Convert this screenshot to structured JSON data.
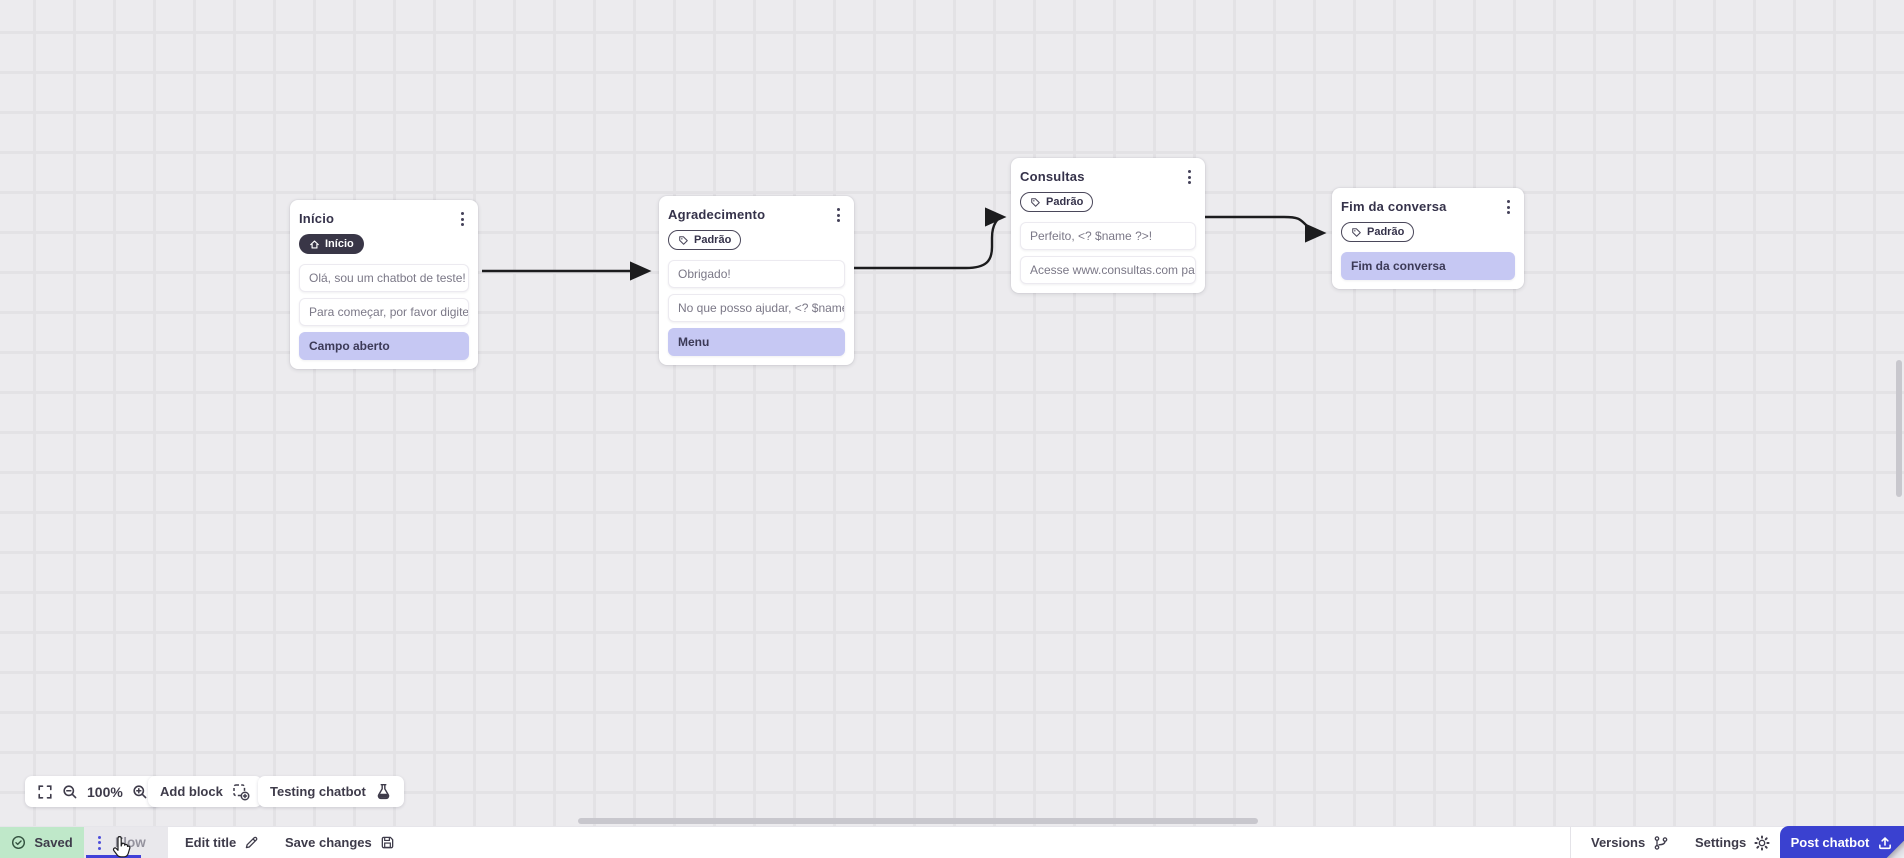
{
  "canvas": {
    "nodes": [
      {
        "title": "Início",
        "badge": {
          "label": "Início",
          "icon": "home-icon",
          "style": "dark"
        },
        "rows": [
          {
            "type": "message",
            "text": "Olá, sou um chatbot de teste!"
          },
          {
            "type": "message",
            "text": "Para começar, por favor digite o ..."
          },
          {
            "type": "action",
            "text": "Campo aberto"
          }
        ]
      },
      {
        "title": "Agradecimento",
        "badge": {
          "label": "Padrão",
          "icon": "tag-icon",
          "style": "outline"
        },
        "rows": [
          {
            "type": "message",
            "text": "Obrigado!"
          },
          {
            "type": "message",
            "text": "No que posso ajudar, <? $name ..."
          },
          {
            "type": "action",
            "text": "Menu"
          }
        ]
      },
      {
        "title": "Consultas",
        "badge": {
          "label": "Padrão",
          "icon": "tag-icon",
          "style": "outline"
        },
        "rows": [
          {
            "type": "message",
            "text": "Perfeito, <? $name ?>!"
          },
          {
            "type": "message",
            "text": "Acesse www.consultas.com par..."
          }
        ]
      },
      {
        "title": "Fim da conversa",
        "badge": {
          "label": "Padrão",
          "icon": "tag-icon",
          "style": "outline"
        },
        "rows": [
          {
            "type": "action",
            "text": "Fim da conversa"
          }
        ]
      }
    ],
    "connections": [
      {
        "from": "Início",
        "to": "Agradecimento"
      },
      {
        "from": "Agradecimento",
        "to": "Consultas"
      },
      {
        "from": "Consultas",
        "to": "Fim da conversa"
      }
    ]
  },
  "toolbar": {
    "zoom_level": "100%",
    "add_block_label": "Add block",
    "testing_chatbot_label": "Testing chatbot"
  },
  "footer": {
    "saved_label": "Saved",
    "flow_tab_label": "Flow",
    "edit_title_label": "Edit title",
    "save_changes_label": "Save changes",
    "versions_label": "Versions",
    "settings_label": "Settings",
    "post_chatbot_label": "Post chatbot"
  },
  "colors": {
    "accent_blue": "#3a41d0",
    "tab_underline": "#4040d8",
    "saved_green_bg": "#bfe8c9",
    "action_row_purple": "#c6c8f3",
    "badge_dark_bg": "#393647",
    "canvas_bg": "#ecebee",
    "edge_black": "#1c1c1e"
  }
}
